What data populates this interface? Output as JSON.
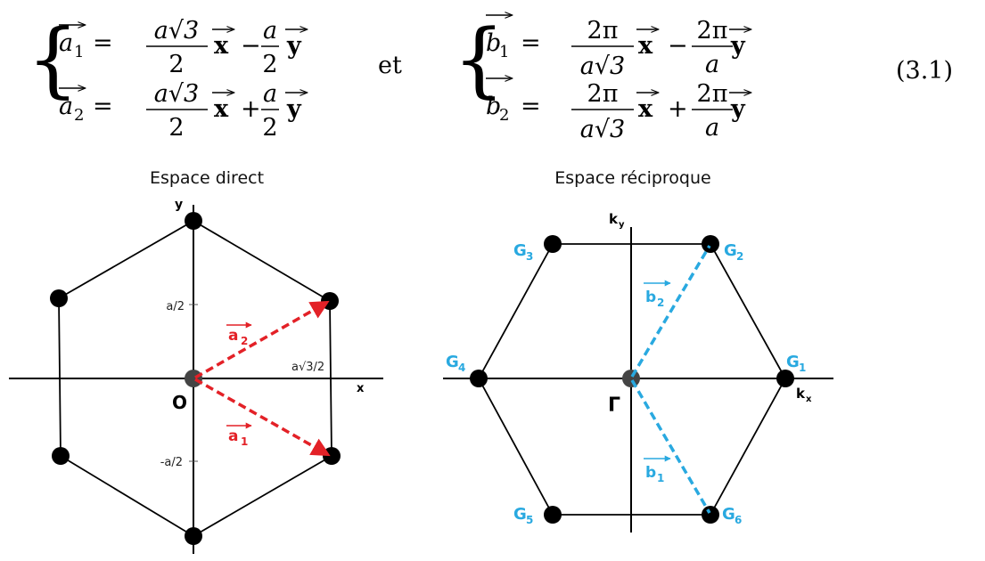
{
  "equations": {
    "system_a": {
      "a1": {
        "lhs": "a",
        "sub": "1",
        "eq": "=",
        "n1": "a√3",
        "d1": "2",
        "v1": "x",
        "op": "−",
        "n2": "a",
        "d2": "2",
        "v2": "y"
      },
      "a2": {
        "lhs": "a",
        "sub": "2",
        "eq": "=",
        "n1": "a√3",
        "d1": "2",
        "v1": "x",
        "op": "+",
        "n2": "a",
        "d2": "2",
        "v2": "y"
      }
    },
    "conjunction": "et",
    "system_b": {
      "b1": {
        "lhs": "b",
        "sub": "1",
        "eq": "=",
        "n1": "2π",
        "d1": "a√3",
        "v1": "x",
        "op": "−",
        "n2": "2π",
        "d2": "a",
        "v2": "y"
      },
      "b2": {
        "lhs": "b",
        "sub": "2",
        "eq": "=",
        "n1": "2π",
        "d1": "a√3",
        "v1": "x",
        "op": "+",
        "n2": "2π",
        "d2": "a",
        "v2": "y"
      }
    },
    "number": "(3.1)"
  },
  "direct": {
    "title": "Espace direct",
    "axis_x": "x",
    "axis_y": "y",
    "origin": "O",
    "tick_top": "a/2",
    "tick_bottom": "-a/2",
    "tick_right": "a√3/2",
    "vec_a2": {
      "base": "a",
      "sub": "2"
    },
    "vec_a1": {
      "base": "a",
      "sub": "1"
    },
    "vector_color": "#e32127"
  },
  "reciprocal": {
    "title": "Espace réciproque",
    "axis_x": {
      "base": "k",
      "sub": "x"
    },
    "axis_y": {
      "base": "k",
      "sub": "y"
    },
    "origin": "Γ",
    "points": [
      {
        "base": "G",
        "sub": "1"
      },
      {
        "base": "G",
        "sub": "2"
      },
      {
        "base": "G",
        "sub": "3"
      },
      {
        "base": "G",
        "sub": "4"
      },
      {
        "base": "G",
        "sub": "5"
      },
      {
        "base": "G",
        "sub": "6"
      }
    ],
    "vec_b2": {
      "base": "b",
      "sub": "2"
    },
    "vec_b1": {
      "base": "b",
      "sub": "1"
    },
    "vector_color": "#29a9e0"
  }
}
